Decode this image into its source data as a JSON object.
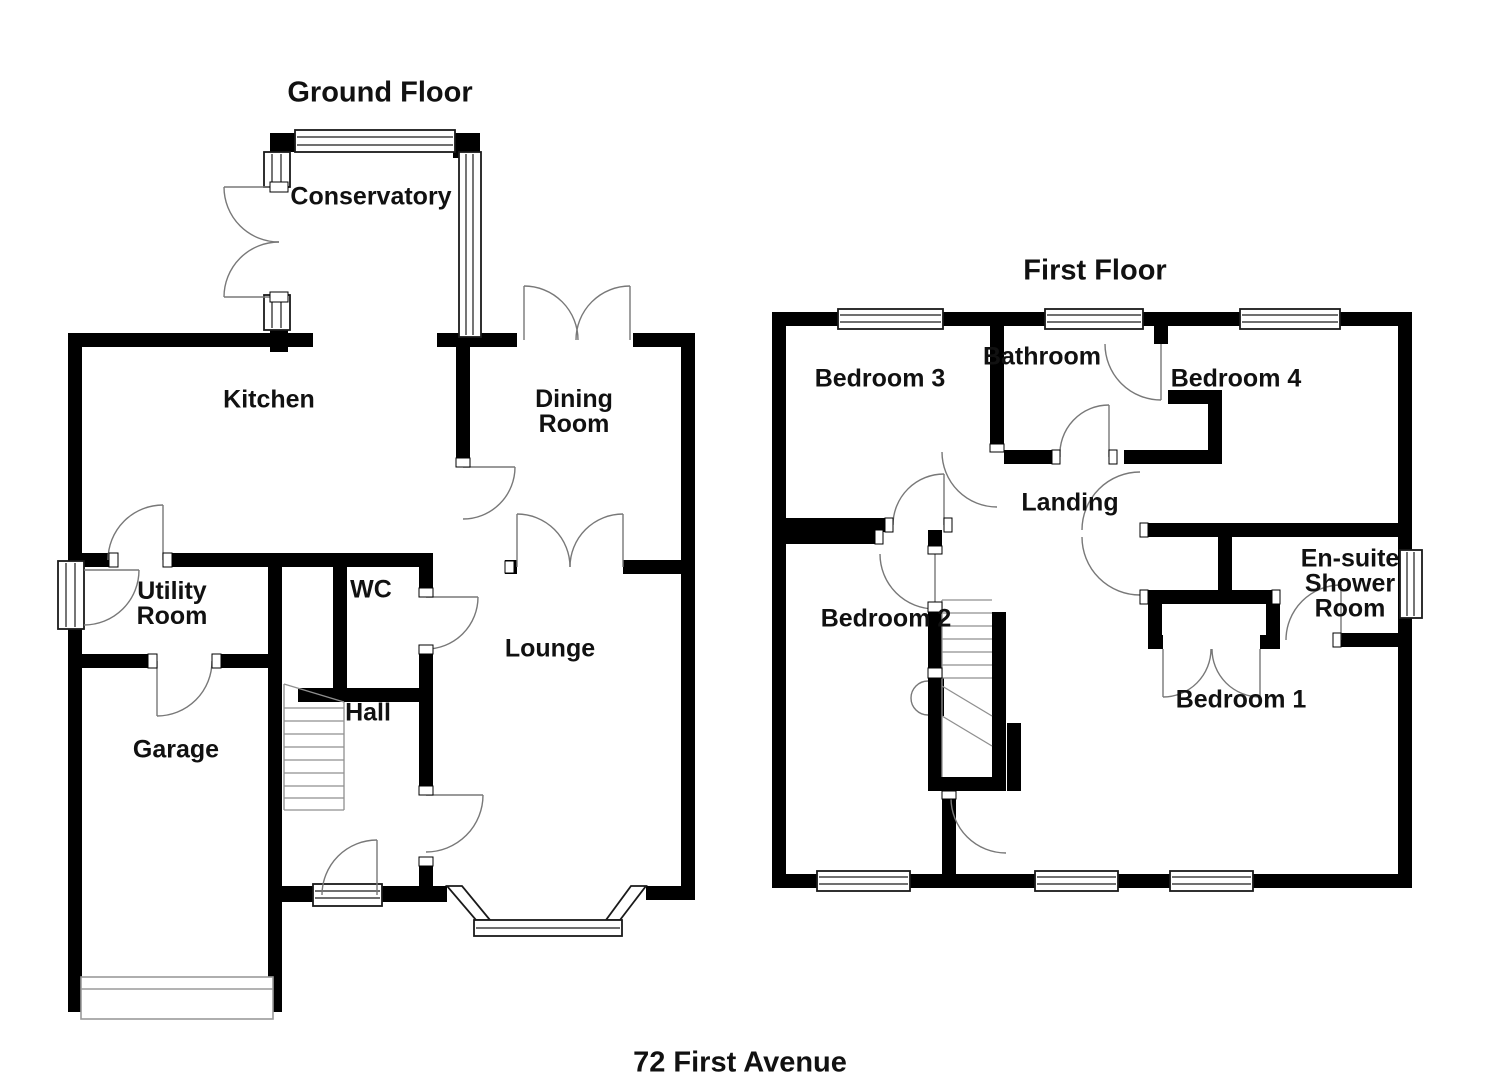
{
  "document": {
    "type": "floor-plan",
    "caption": "72 First Avenue"
  },
  "titles": {
    "ground_floor": "Ground Floor",
    "first_floor": "First Floor"
  },
  "rooms": {
    "ground": [
      {
        "id": "conservatory",
        "label": "Conservatory"
      },
      {
        "id": "kitchen",
        "label": "Kitchen"
      },
      {
        "id": "dining-room",
        "label": "Dining Room"
      },
      {
        "id": "utility-room",
        "label": "Utility Room"
      },
      {
        "id": "wc",
        "label": "WC"
      },
      {
        "id": "hall",
        "label": "Hall"
      },
      {
        "id": "lounge",
        "label": "Lounge"
      },
      {
        "id": "garage",
        "label": "Garage"
      }
    ],
    "first": [
      {
        "id": "bedroom-3",
        "label": "Bedroom 3"
      },
      {
        "id": "bathroom",
        "label": "Bathroom"
      },
      {
        "id": "bedroom-4",
        "label": "Bedroom 4"
      },
      {
        "id": "landing",
        "label": "Landing"
      },
      {
        "id": "bedroom-2",
        "label": "Bedroom 2"
      },
      {
        "id": "ensuite",
        "label": "En-suite Shower Room"
      },
      {
        "id": "bedroom-1",
        "label": "Bedroom 1"
      }
    ]
  },
  "colors": {
    "wall": "#000000",
    "door_arc": "#787878",
    "stairs": "#8f8f8f",
    "text": "#111111",
    "background": "#ffffff"
  }
}
